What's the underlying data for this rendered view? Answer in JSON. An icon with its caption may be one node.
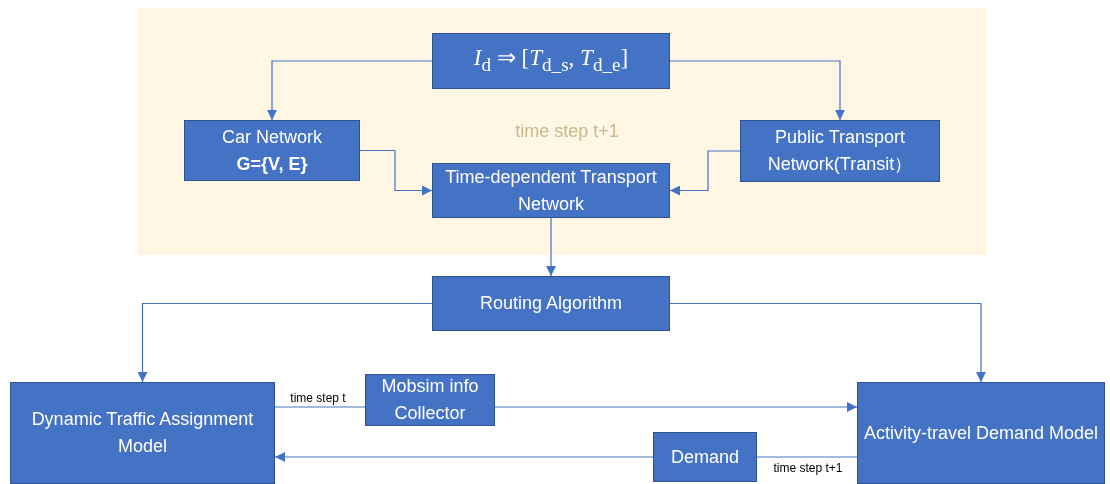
{
  "diagram": {
    "nodes": [
      {
        "text": [
          "time step t+1"
        ]
      },
      {
        "text": [
          "*I*$_{d}$ ⇒ [*T*$_{d_s}$, *T*$_{d_e}$]"
        ],
        "in": 0
      },
      {
        "text": [
          "Car Network",
          "G={V, E}"
        ],
        "in": 0
      },
      {
        "text": [
          "Public Transport Network(Transit）"
        ],
        "in": 0
      },
      {
        "text": [
          "Time-dependent Transport Network"
        ],
        "in": 0
      },
      {
        "text": [
          "Routing Algorithm"
        ]
      },
      {
        "text": [
          "Dynamic Traffic Assignment Model"
        ]
      },
      {
        "text": [
          "Mobsim info Collector"
        ]
      },
      {
        "text": [
          "Activity-travel Demand Model"
        ]
      },
      {
        "text": [
          "Demand"
        ]
      }
    ],
    "edges": [
      {
        "from": 1,
        "to": 2,
        "arrow": "to"
      },
      {
        "from": 1,
        "to": 3,
        "arrow": "to"
      },
      {
        "from": 2,
        "to": 4,
        "arrow": "to"
      },
      {
        "from": 3,
        "to": 4,
        "arrow": "to"
      },
      {
        "from": 4,
        "to": 5,
        "arrow": "to"
      },
      {
        "from": 5,
        "to": 6,
        "arrow": "to"
      },
      {
        "from": 5,
        "to": 8,
        "arrow": "to"
      },
      {
        "from": 6,
        "to": 7,
        "arrow": "none",
        "label": "time step t"
      },
      {
        "from": 7,
        "to": 8,
        "arrow": "to"
      },
      {
        "from": 8,
        "to": 9,
        "arrow": "none",
        "label": "time step t+1"
      },
      {
        "from": 9,
        "to": 6,
        "arrow": "to"
      }
    ]
  }
}
